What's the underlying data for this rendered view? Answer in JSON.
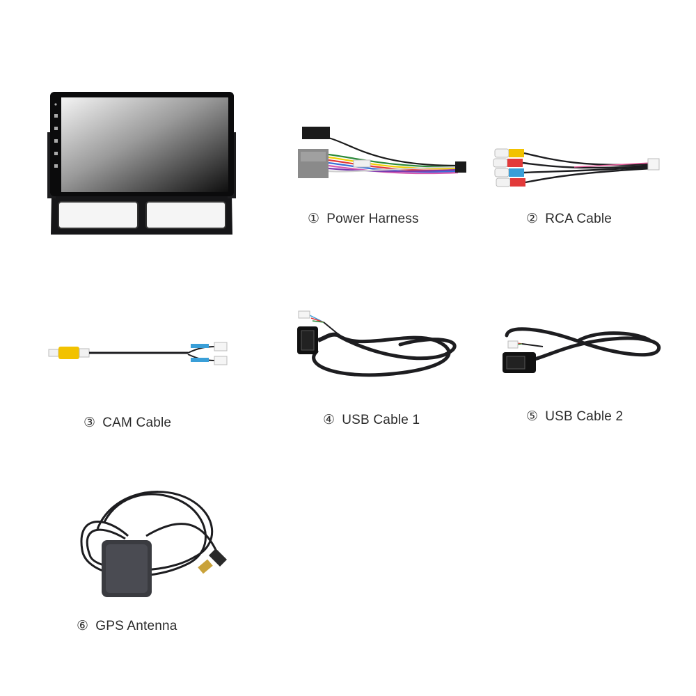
{
  "items": [
    {
      "id": "head-unit",
      "label": "",
      "number": ""
    },
    {
      "id": "power-harness",
      "number": "①",
      "label": "Power Harness"
    },
    {
      "id": "rca-cable",
      "number": "②",
      "label": "RCA Cable"
    },
    {
      "id": "cam-cable",
      "number": "③",
      "label": "CAM Cable"
    },
    {
      "id": "usb-cable-1",
      "number": "④",
      "label": "USB Cable 1"
    },
    {
      "id": "usb-cable-2",
      "number": "⑤",
      "label": "USB Cable 2"
    },
    {
      "id": "gps-antenna",
      "number": "⑥",
      "label": "GPS Antenna"
    }
  ],
  "colors": {
    "background": "#ffffff",
    "cable": "#1d1d20",
    "rca_yellow": "#f2c200",
    "rca_white": "#f2f2f2",
    "rca_red": "#e23a3a",
    "connector_blue": "#3a9fd8"
  }
}
